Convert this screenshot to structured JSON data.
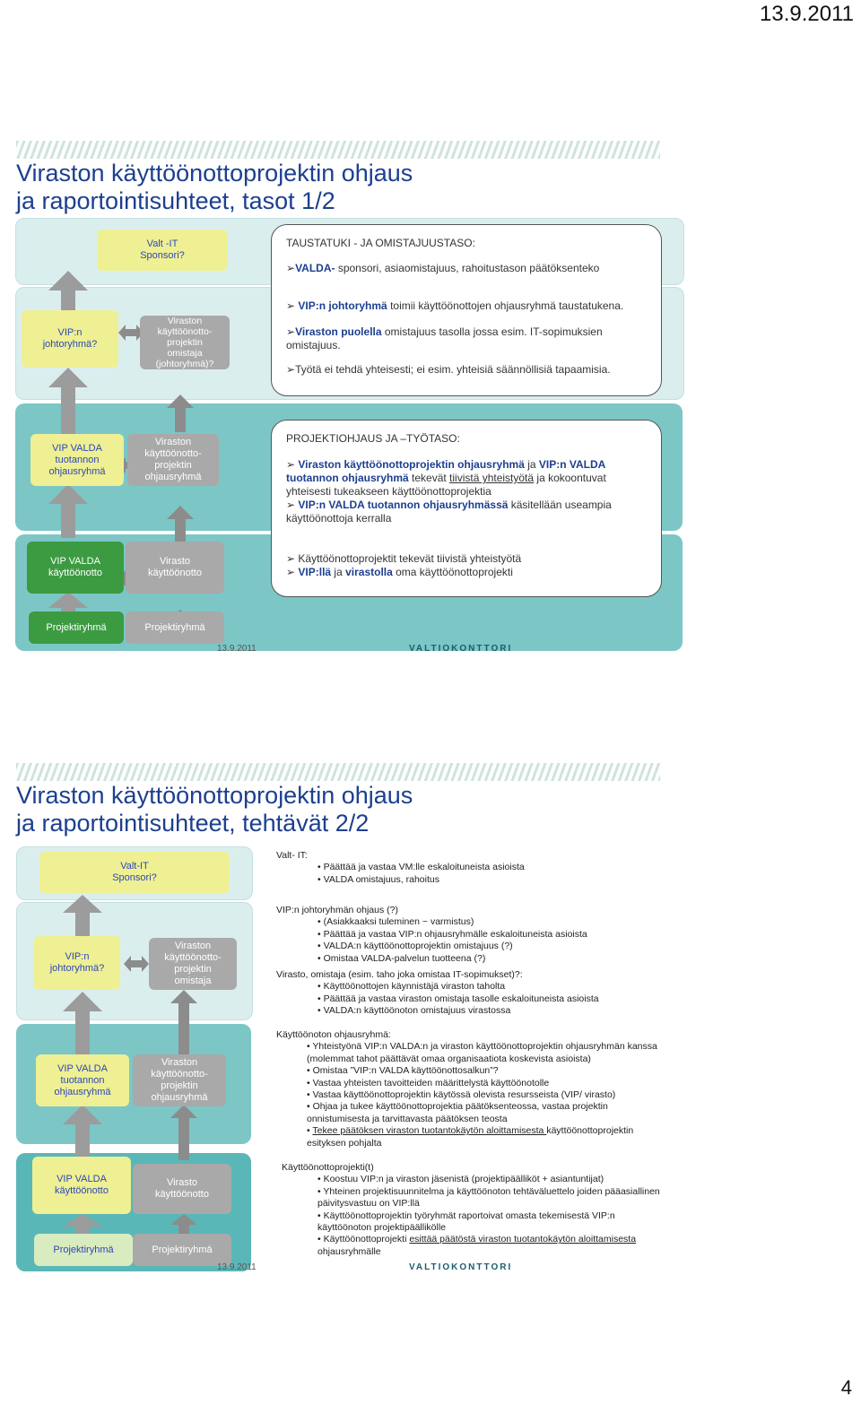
{
  "page": {
    "header_date": "13.9.2011",
    "page_number": "4"
  },
  "slide1": {
    "title_line1": "Viraston käyttöönottoprojektin ohjaus",
    "title_line2": "ja raportointisuhteet, tasot 1/2",
    "boxes": {
      "valt_it": "Valt -IT\nSponsori?",
      "vip_johtoryhma": "VIP:n\njohtoryhmä?",
      "viraston_omistaja": "Viraston\nkäyttöönotto-\nprojektin\nomistaja\n(johtoryhmä)?",
      "vip_valda_ohjausryhma": "VIP VALDA\ntuotannon\nohjausryhmä",
      "viraston_ohjausryhma": "Viraston\nkäyttöönotto-\nprojektin\nohjausryhmä",
      "vip_valda_kayttoonotto": "VIP VALDA\nkäyttöönotto",
      "virasto_kayttoonotto": "Virasto\nkäyttöönotto",
      "projektiryhma_left": "Projektiryhmä",
      "projektiryhma_right": "Projektiryhmä"
    },
    "callout1": {
      "heading": "TAUSTATUKI - JA OMISTAJUUSTASO:",
      "line1_bold": "VALDA-",
      "line1_rest": " sponsori, asiaomistajuus, rahoitustason päätöksenteko",
      "line2_bold": "VIP:n johtoryhmä",
      "line2_rest": " toimii käyttöönottojen ohjausryhmä taustatukena.",
      "line3_bold": "Viraston puolella",
      "line3_rest": " omistajuus tasolla jossa esim. IT-sopimuksien omistajuus.",
      "line4": "Työtä ei tehdä yhteisesti; ei esim. yhteisiä säännöllisiä tapaamisia."
    },
    "callout2": {
      "heading": "PROJEKTIOHJAUS JA –TYÖTASO:",
      "p1_bold_a": "Viraston käyttöönottoprojektin ohjausryhmä",
      "p1_mid": " ja ",
      "p1_bold_b": "VIP:n VALDA tuotannon ohjausryhmä",
      "p1_rest_a": " tekevät ",
      "p1_under": "tiivistä yhteistyötä",
      "p1_rest_b": " ja kokoontuvat yhteisesti tukeakseen käyttöönottoprojektia",
      "p2_bold": "VIP:n VALDA tuotannon ohjausryhmässä",
      "p2_rest": " käsitellään useampia käyttöönottoja kerralla",
      "p3": "Käyttöönottoprojektit tekevät tiivistä yhteistyötä",
      "p4_bold_a": "VIP:llä",
      "p4_mid": " ja ",
      "p4_bold_b": "virastolla",
      "p4_rest": " oma käyttöönottoprojekti"
    },
    "footer_date": "13.9.2011",
    "logo": "VALTIOKONTTORI"
  },
  "slide2": {
    "title_line1": "Viraston käyttöönottoprojektin ohjaus",
    "title_line2": "ja raportointisuhteet, tehtävät 2/2",
    "boxes": {
      "valt_it": "Valt-IT\nSponsori?",
      "vip_johtoryhma": "VIP:n\njohtoryhmä?",
      "viraston_omistaja": "Viraston\nkäyttöönotto-\nprojektin\nomistaja",
      "vip_valda_ohjausryhma": "VIP VALDA\ntuotannon\nohjausryhmä",
      "viraston_ohjausryhma": "Viraston\nkäyttöönotto-\nprojektin\nohjausryhmä",
      "vip_valda_kayttoonotto": "VIP VALDA\nkäyttöönotto",
      "virasto_kayttoonotto": "Virasto\nkäyttöönotto",
      "projektiryhma_left": "Projektiryhmä",
      "projektiryhma_right": "Projektiryhmä"
    },
    "tasks": {
      "valt_heading": "Valt- IT:",
      "valt_items": [
        "Päättää ja vastaa VM:lle eskaloituneista asioista",
        "VALDA omistajuus, rahoitus"
      ],
      "vip_heading": "VIP:n johtoryhmän ohjaus (?)",
      "vip_items": [
        "(Asiakkaaksi tuleminen ~ varmistus)",
        "Päättää ja vastaa VIP:n ohjausryhmälle eskaloituneista asioista",
        "VALDA:n käyttöönottoprojektin omistajuus (?)",
        "Omistaa VALDA-palvelun tuotteena (?)"
      ],
      "virasto_heading": "Virasto, omistaja (esim. taho joka omistaa IT-sopimukset)?:",
      "virasto_items": [
        "Käyttöönottojen käynnistäjä viraston taholta",
        "Päättää ja vastaa viraston omistaja tasolle eskaloituneista asioista",
        "VALDA:n käyttöönoton omistajuus virastossa"
      ],
      "ohjaus_heading": "Käyttöönoton ohjausryhmä:",
      "ohjaus_items": [
        "Yhteistyönä VIP:n VALDA:n ja viraston käyttöönottoprojektin ohjausryhmän kanssa  (molemmat tahot päättävät omaa organisaatiota koskevista asioista)",
        "Omistaa ”VIP:n VALDA käyttöönottosalkun”?",
        "Vastaa yhteisten tavoitteiden määrittelystä käyttöönotolle",
        "Vastaa käyttöönottoprojektin käytössä olevista resursseista (VIP/ virasto)",
        "Ohjaa ja tukee käyttöönottoprojektia päätöksenteossa, vastaa projektin onnistumisesta ja tarvittavasta päätöksen teosta"
      ],
      "ohjaus_last_under": "Tekee päätöksen viraston tuotantokäytön aloittamisesta ",
      "ohjaus_last_rest": "käyttöönottoprojektin esityksen pohjalta",
      "projekti_heading": "Käyttöönottoprojekti(t)",
      "projekti_items": [
        "Koostuu VIP:n  ja viraston jäsenistä (projektipäälliköt + asiantuntijat)",
        "Yhteinen projektisuunnitelma ja käyttöönoton tehtäväluettelo joiden pääasiallinen päivitysvastuu on VIP:llä",
        "Käyttöönottoprojektin työryhmät raportoivat omasta tekemisestä VIP:n käyttöönoton projektipäällikölle"
      ],
      "projekti_last_a": "Käyttöönottoprojekti ",
      "projekti_last_under": "esittää päätöstä viraston tuotantokäytön aloittamisesta ",
      "projekti_last_rest": "ohjausryhmälle"
    },
    "footer_date": "13.9.2011",
    "logo": "VALTIOKONTTORI"
  }
}
